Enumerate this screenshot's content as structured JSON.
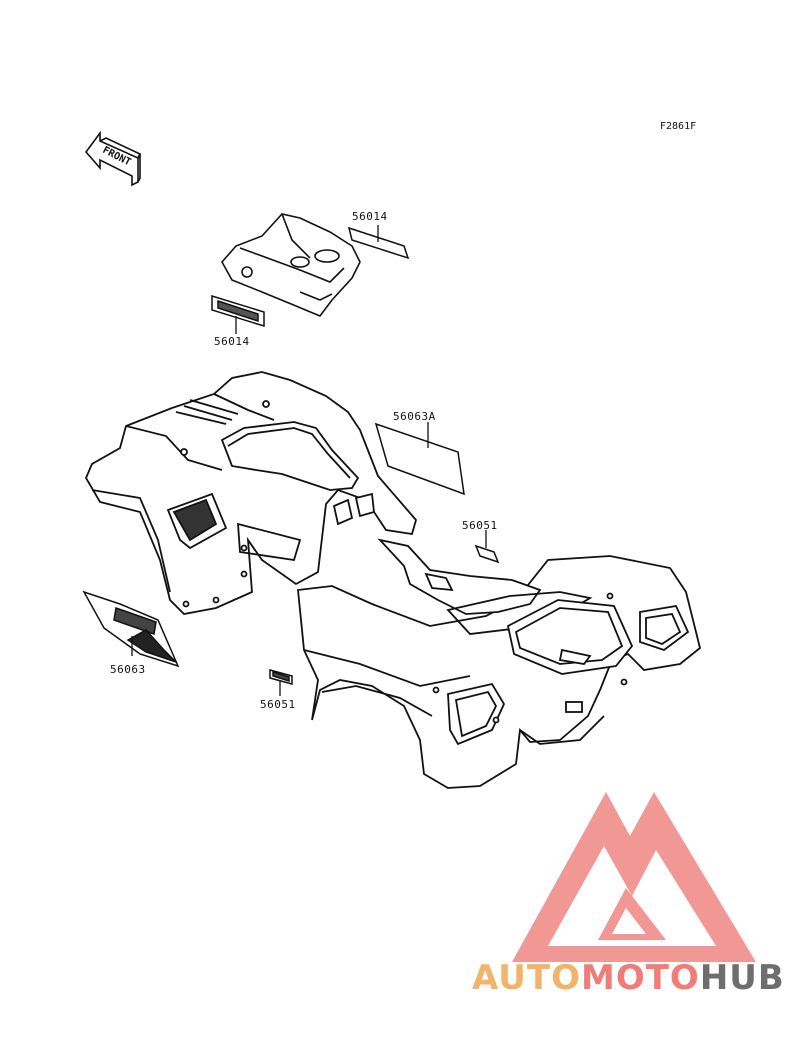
{
  "figure_code": "F2861F",
  "front_arrow_label": "FRONT",
  "part_labels": {
    "upper_cover_right": "56014",
    "upper_cover_left": "56014",
    "rear_fender_decal": "56063A",
    "rear_small_decal": "56051",
    "front_side_decal": "56063",
    "front_small_decal": "56051"
  },
  "watermark": {
    "part1": "AUTO",
    "part2": "MOTO",
    "part3": "HUB",
    "color_part1": "#f4b36a",
    "color_part2": "#f07d78",
    "color_part3": "#6e6e6e",
    "triangle_color": "#f08d8a"
  }
}
